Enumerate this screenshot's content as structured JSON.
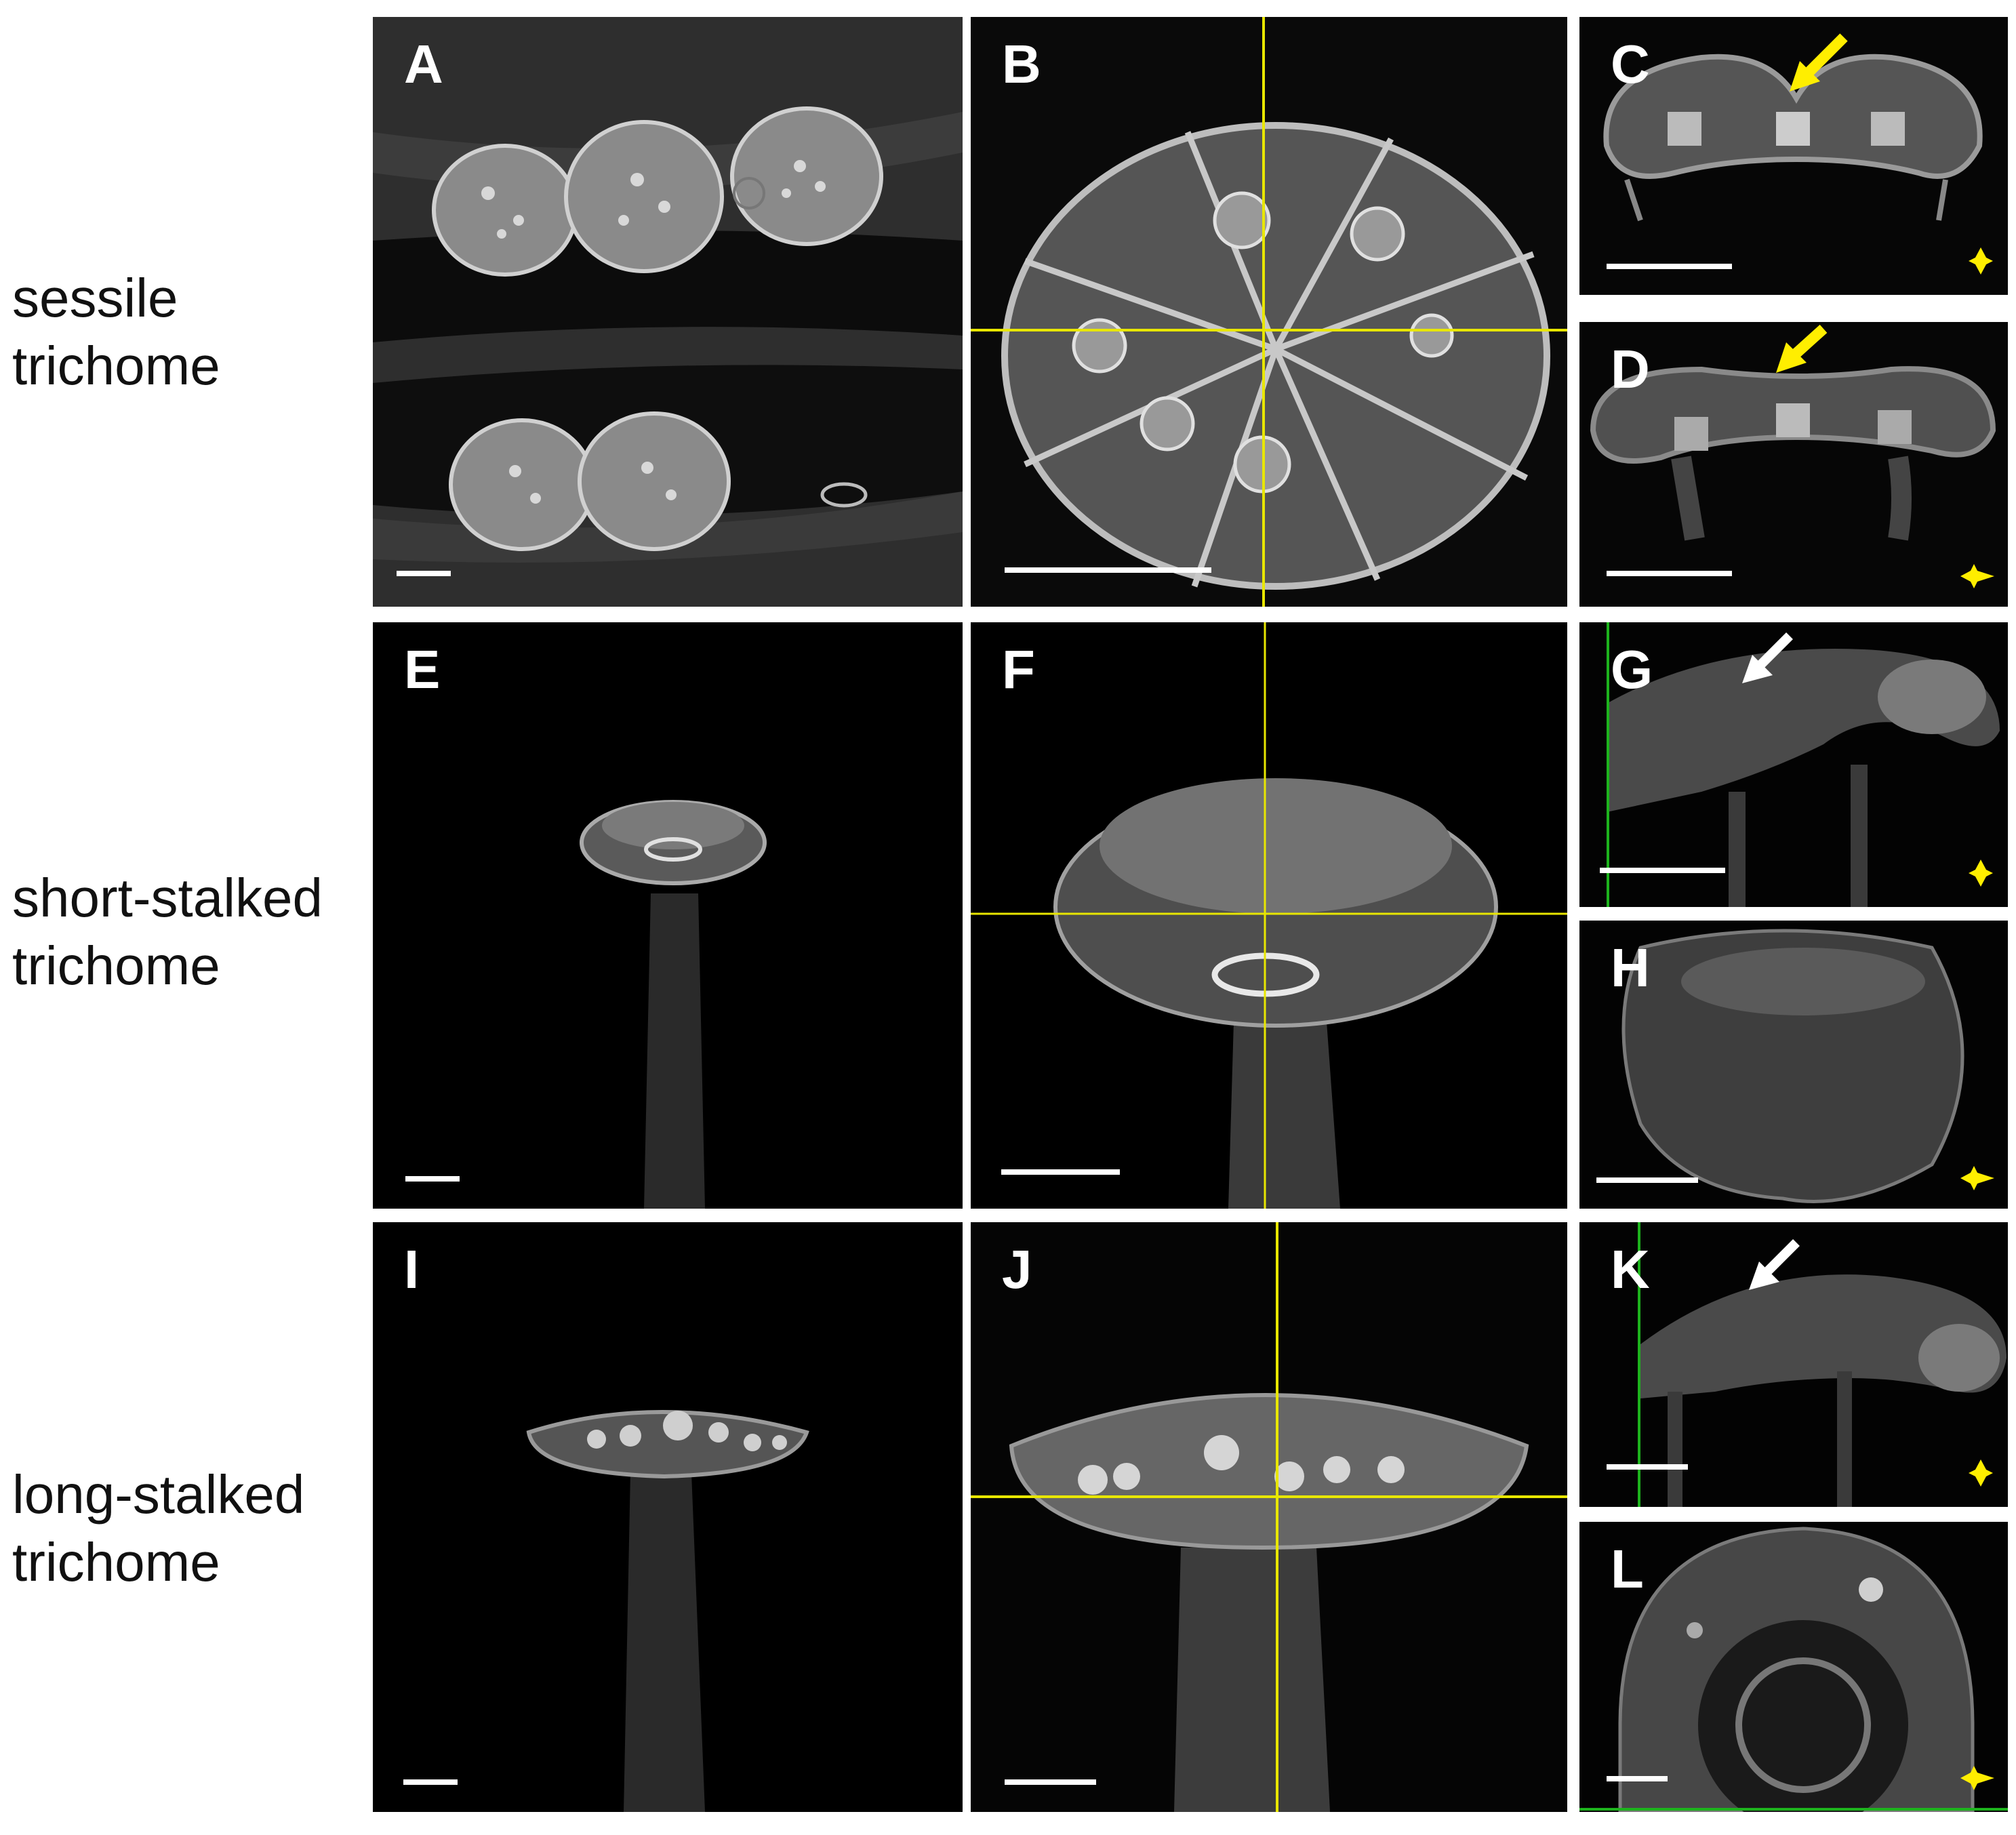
{
  "rows": [
    {
      "label": "sessile\ntrichome"
    },
    {
      "label": "short-stalked\ntrichome"
    },
    {
      "label": "long-stalked\ntrichome"
    }
  ],
  "panels": {
    "A": "A",
    "B": "B",
    "C": "C",
    "D": "D",
    "E": "E",
    "F": "F",
    "G": "G",
    "H": "H",
    "I": "I",
    "J": "J",
    "K": "K",
    "L": "L"
  },
  "colors": {
    "crosshair": "#e8e600",
    "arrow_yellow": "#ffee00",
    "arrow_white": "#ffffff",
    "guide_green": "#1db31d",
    "background": "#000000"
  },
  "icons": {
    "arrow": "arrow-icon",
    "orientation": "double-arrow-star-icon"
  }
}
